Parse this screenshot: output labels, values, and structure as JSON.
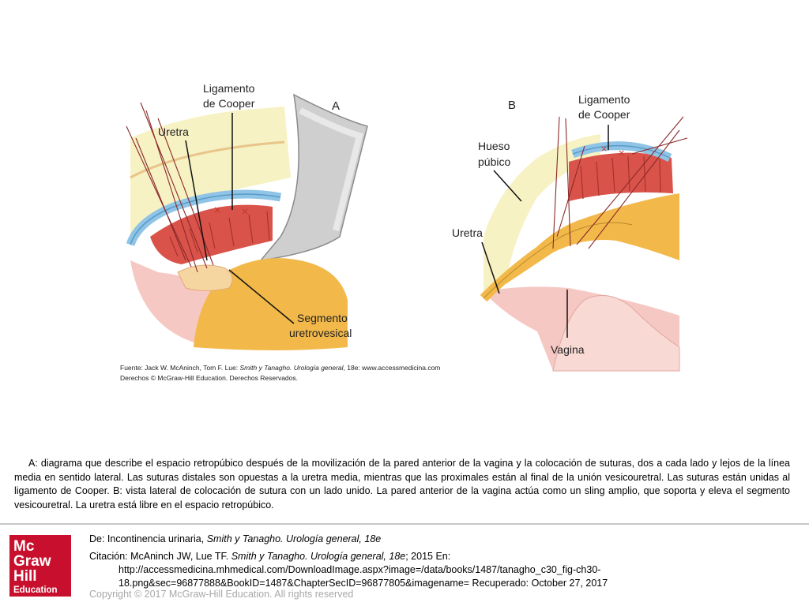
{
  "figure": {
    "panel_a": {
      "letter": "A",
      "labels": {
        "ligamento": [
          "Ligamento",
          "de Cooper"
        ],
        "uretra": "Uretra",
        "segmento": [
          "Segmento",
          "uretrovesical"
        ]
      }
    },
    "panel_b": {
      "letter": "B",
      "labels": {
        "ligamento": [
          "Ligamento",
          "de Cooper"
        ],
        "hueso": [
          "Hueso",
          "púbico"
        ],
        "uretra": "Uretra",
        "vagina": "Vagina"
      }
    },
    "source": {
      "prefix": "Fuente: Jack W. McAninch, Tom F. Lue: ",
      "title": "Smith y Tanagho. Urología general",
      "suffix": ", 18e: www.accessmedicina.com",
      "rights": "Derechos © McGraw-Hill Education. Derechos Reservados."
    },
    "colors": {
      "bone": "#f7f2c4",
      "ligament": "#8fc4e6",
      "muscle": "#d9534a",
      "bladder": "#f2b94a",
      "tissue": "#f6c8c4",
      "retractor": "#c9c9c9",
      "suture": "#8a2a2a"
    }
  },
  "caption": "A: diagrama que describe el espacio retropúbico después de la movilización de la pared anterior de la vagina y la colocación de suturas, dos a cada lado y lejos de la línea media en sentido lateral. Las suturas distales son opuestas a la uretra media, mientras que las proximales están al final de la unión vesicouretral. Las suturas están unidas al ligamento de Cooper. B: vista lateral de colocación de sutura con un lado unido. La pared anterior de la vagina actúa como un sling amplio, que soporta y eleva el segmento vesicouretral. La uretra está libre en el espacio retropúbico.",
  "footer": {
    "logo": [
      "Mc",
      "Graw",
      "Hill",
      "Education"
    ],
    "source_prefix": "De: Incontinencia urinaria, ",
    "source_title": "Smith y Tanagho. Urología general, 18e",
    "citation_prefix": "Citación: McAninch JW, Lue TF",
    "citation_dot": ". ",
    "citation_title": "Smith y Tanagho. Urología general, 18e",
    "citation_suffix": "; 2015 En:",
    "citation_url": "http://accessmedicina.mhmedical.com/DownloadImage.aspx?image=/data/books/1487/tanagho_c30_fig-ch30-18.png&sec=96877888&BookID=1487&ChapterSecID=96877805&imagename= Recuperado: October 27, 2017",
    "copyright": "Copyright © 2017 McGraw-Hill Education. All rights reserved"
  }
}
